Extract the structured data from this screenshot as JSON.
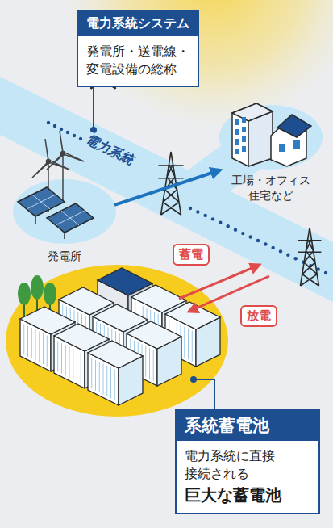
{
  "diagram": {
    "nodes": [
      {
        "text": [
          "電力系統システム",
          "発電所・送電線・変電設備の総称"
        ]
      },
      {
        "text": [
          "発電所"
        ]
      },
      {
        "text": [
          "工場・オフィス 住宅など"
        ]
      },
      {
        "text": [
          "系統蓄電池",
          "電力系統に直接 接続される",
          "巨大な蓄電池"
        ]
      }
    ],
    "edges": [
      {
        "from": 1,
        "to": 2,
        "arrow": "to"
      }
    ],
    "labels": [
      "電力系統",
      "蓄電",
      "放電"
    ]
  }
}
